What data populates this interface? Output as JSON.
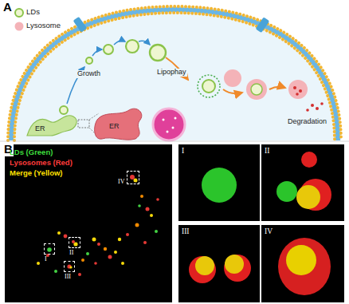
{
  "diagram": {
    "nodes": [
      {
        "text": [
          "I"
        ]
      },
      {
        "text": [
          "II"
        ]
      },
      {
        "text": [
          "III"
        ]
      },
      {
        "text": [
          "IV"
        ]
      },
      {
        "text": [
          "I"
        ]
      },
      {
        "text": [
          "II"
        ]
      },
      {
        "text": [
          "III"
        ]
      },
      {
        "text": [
          "IV"
        ]
      }
    ],
    "labels": [
      "A",
      "Growth",
      "Lipophay",
      "ER",
      "ER",
      "Degradation",
      "B",
      "LDs (Green)",
      "Lysosomes (Red)",
      "Merge (Yellow)"
    ],
    "legend": [
      {
        "text": "LDs"
      },
      {
        "text": "Lysosome"
      }
    ]
  }
}
